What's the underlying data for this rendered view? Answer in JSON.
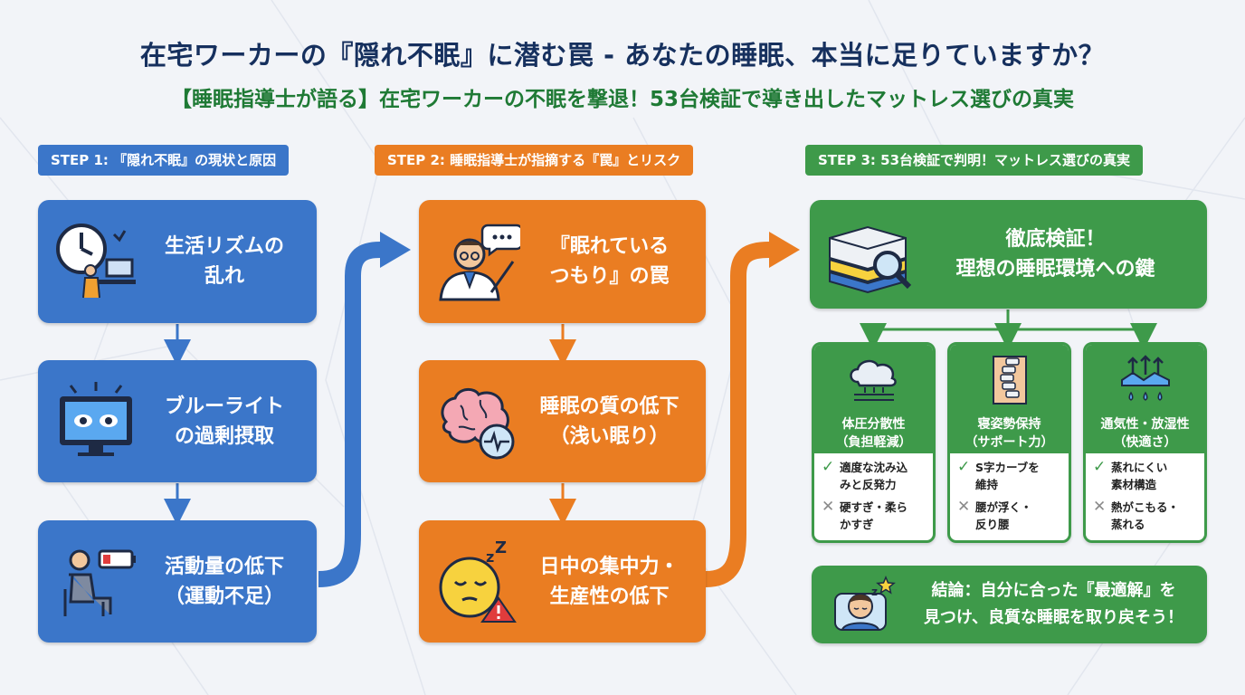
{
  "header": {
    "title": "在宅ワーカーの『隠れ不眠』に潜む罠 - あなたの睡眠、本当に足りていますか？",
    "subtitle": "【睡眠指導士が語る】在宅ワーカーの不眠を撃退！53台検証で導き出したマットレス選びの真実"
  },
  "steps": [
    {
      "label": "STEP 1: 『隠れ不眠』の現状と原因",
      "boxes": [
        {
          "lines": [
            "生活リズムの",
            "乱れ"
          ],
          "icon": "clock-desk-icon"
        },
        {
          "lines": [
            "ブルーライト",
            "の過剰摂取"
          ],
          "icon": "monitor-eyes-icon"
        },
        {
          "lines": [
            "活動量の低下",
            "（運動不足）"
          ],
          "icon": "low-battery-person-icon"
        }
      ]
    },
    {
      "label": "STEP 2: 睡眠指導士が指摘する『罠』とリスク",
      "boxes": [
        {
          "lines": [
            "『眠れている",
            "つもり』の罠"
          ],
          "icon": "doctor-icon"
        },
        {
          "lines": [
            "睡眠の質の低下",
            "（浅い眠り）"
          ],
          "icon": "brain-pulse-icon"
        },
        {
          "lines": [
            "日中の集中力・",
            "生産性の低下"
          ],
          "icon": "sleepy-face-warning-icon"
        }
      ]
    },
    {
      "label": "STEP 3: 53台検証で判明！マットレス選びの真実",
      "main": {
        "lines": [
          "徹底検証！",
          "理想の睡眠環境への鍵"
        ],
        "icon": "mattress-magnifier-icon"
      },
      "cards": [
        {
          "title": [
            "体圧分散性",
            "（負担軽減）"
          ],
          "icon": "cloud-pressure-icon",
          "good": [
            "適度な沈み込",
            "みと反発力"
          ],
          "bad": [
            "硬すぎ・柔ら",
            "かすぎ"
          ]
        },
        {
          "title": [
            "寝姿勢保持",
            "（サポート力）"
          ],
          "icon": "spine-icon",
          "good": [
            "S字カーブを",
            "維持"
          ],
          "bad": [
            "腰が浮く・",
            "反り腰"
          ]
        },
        {
          "title": [
            "通気性・放湿性",
            "（快適さ）"
          ],
          "icon": "airflow-icon",
          "good": [
            "蒸れにくい",
            "素材構造"
          ],
          "bad": [
            "熱がこもる・",
            "蒸れる"
          ]
        }
      ],
      "conclusion": {
        "lines": [
          "結論：自分に合った『最適解』を",
          "見つけ、良質な睡眠を取り戻そう！"
        ],
        "icon": "sleeping-person-icon"
      }
    }
  ],
  "marks": {
    "check": "✓",
    "cross": "✕"
  },
  "colors": {
    "blue": "#3b76c9",
    "orange": "#ea7d22",
    "green": "#3e9a4a",
    "title": "#16305e"
  }
}
